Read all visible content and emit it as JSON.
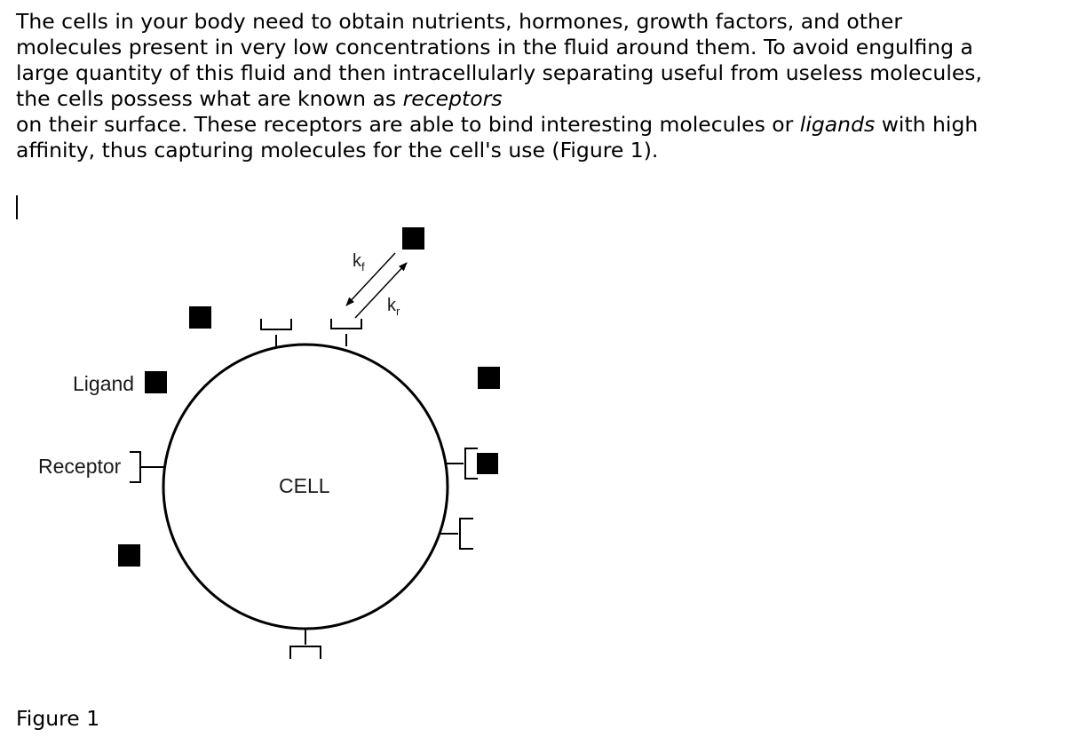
{
  "paragraph": {
    "line1": "The cells in your body need to obtain nutrients, hormones, growth factors, and other",
    "line2": "molecules present in very low concentrations in the fluid around them. To avoid engulfing a",
    "line3": "large quantity of this fluid and then intracellularly separating useful from useless molecules,",
    "line4_pre": "the cells possess what are known as ",
    "line4_em": "receptors",
    "line5_pre": "on their surface. These receptors are able to bind interesting molecules or ",
    "line5_em": "ligands",
    "line5_post": " with high",
    "line6": "affinity, thus capturing molecules for the cell's use (Figure 1)."
  },
  "diagram": {
    "cell_label": "CELL",
    "ligand_label": "Ligand",
    "receptor_label": "Receptor",
    "kf_base": "k",
    "kf_sub": "f",
    "kr_base": "k",
    "kr_sub": "r"
  },
  "caption": "Figure 1"
}
